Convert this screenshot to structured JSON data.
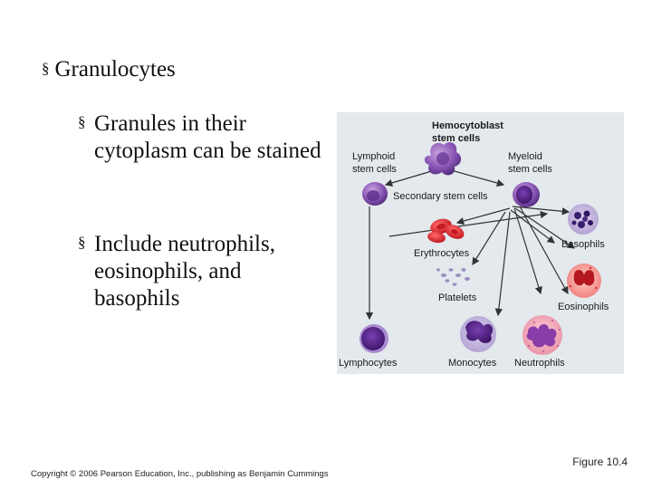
{
  "bullets": {
    "level1": "Granulocytes",
    "level2": [
      "Granules in their cytoplasm can be stained",
      "Include neutrophils, eosinophils, and basophils"
    ],
    "marker": "§"
  },
  "figure": {
    "labels": {
      "hemocytoblast": [
        "Hemocytoblast",
        "stem cells"
      ],
      "lymphoid": [
        "Lymphoid",
        "stem cells"
      ],
      "myeloid": [
        "Myeloid",
        "stem cells"
      ],
      "secondary": "Secondary stem cells",
      "erythrocytes": "Erythrocytes",
      "basophils": "Basophils",
      "platelets": "Platelets",
      "eosinophils": "Eosinophils",
      "lymphocytes": "Lymphocytes",
      "monocytes": "Monocytes",
      "neutrophils": "Neutrophils"
    },
    "caption": "Figure 10.4"
  },
  "footer": {
    "copyright": "Copyright © 2006 Pearson Education, Inc., publishing as Benjamin Cummings"
  }
}
